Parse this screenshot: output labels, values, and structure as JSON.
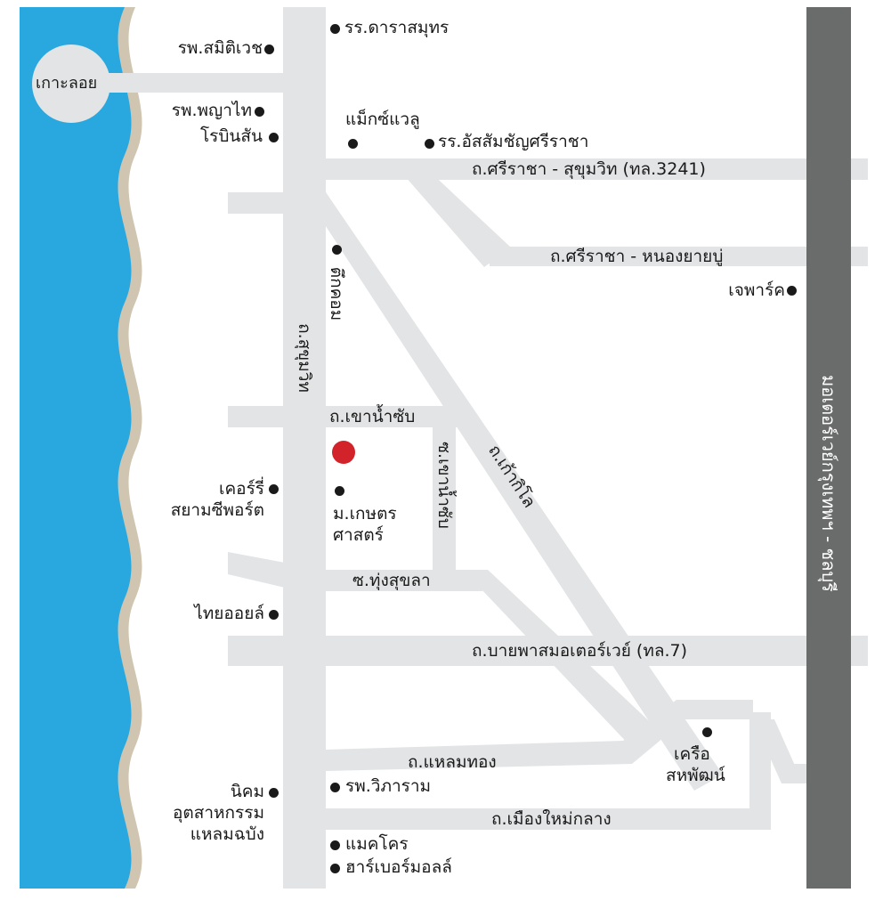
{
  "colors": {
    "water": "#29a8e0",
    "beach": "#cfc5b0",
    "road": "#e2e4e5",
    "highway": "#6a6b6b",
    "destination": "#d2232a",
    "text": "#1a1a1a",
    "highway_text": "#ffffff"
  },
  "places": {
    "koh_loy": "เกาะลอย",
    "rr_dara": "รร.ดาราสมุทร",
    "samitivej": "รพ.สมิติเวช",
    "phyathai": "รพ.พญาไท",
    "robinson": "โรบินสัน",
    "makro_top": "แม็กซ์แวลู",
    "assumption": "รร.อัสสัมชัญศรีราชา",
    "tops": "ตึกคอม",
    "jpark": "เจพาร์ค",
    "curry": "เคอร์รี่",
    "curry2": "สยามซีพอร์ต",
    "ku": "ม.เกษตร",
    "ku2": "ศาสตร์",
    "thaioil": "ไทยออยล์",
    "kruea": "เครือ",
    "kruea2": "สหพัฒน์",
    "nikom": "นิคม",
    "nikom2": "อุตสาหกรรม",
    "nikom3": "แหลมฉบัง",
    "vibharam": "รพ.วิภาราม",
    "makro": "แมคโคร",
    "harbor": "ฮาร์เบอร์มอลล์"
  },
  "roads": {
    "sukhumvit_sriracha": "ถ.ศรีราชา - สุขุมวิท (ทล.3241)",
    "nongyai": "ถ.ศรีราชา - หนองยายบู่",
    "sukhumvit": "ถ.สุขุมวิท",
    "khao_nam_sap": "ถ.เขาน้ำซับ",
    "khao_nam_sap_v": "ซ.เขาน้ำซับ",
    "kao_kilo": "ถ.เก้ากิโล",
    "thung_sukhla": "ซ.ทุ่งสุขลา",
    "bypass": "ถ.บายพาสมอเตอร์เวย์ (ทล.7)",
    "laem_thong": "ถ.แหลมทอง",
    "muang_mai": "ถ.เมืองใหม่กลาง",
    "motorway": "มอเตอร์เวย์กรุงเทพฯ - ชลบุรี"
  }
}
